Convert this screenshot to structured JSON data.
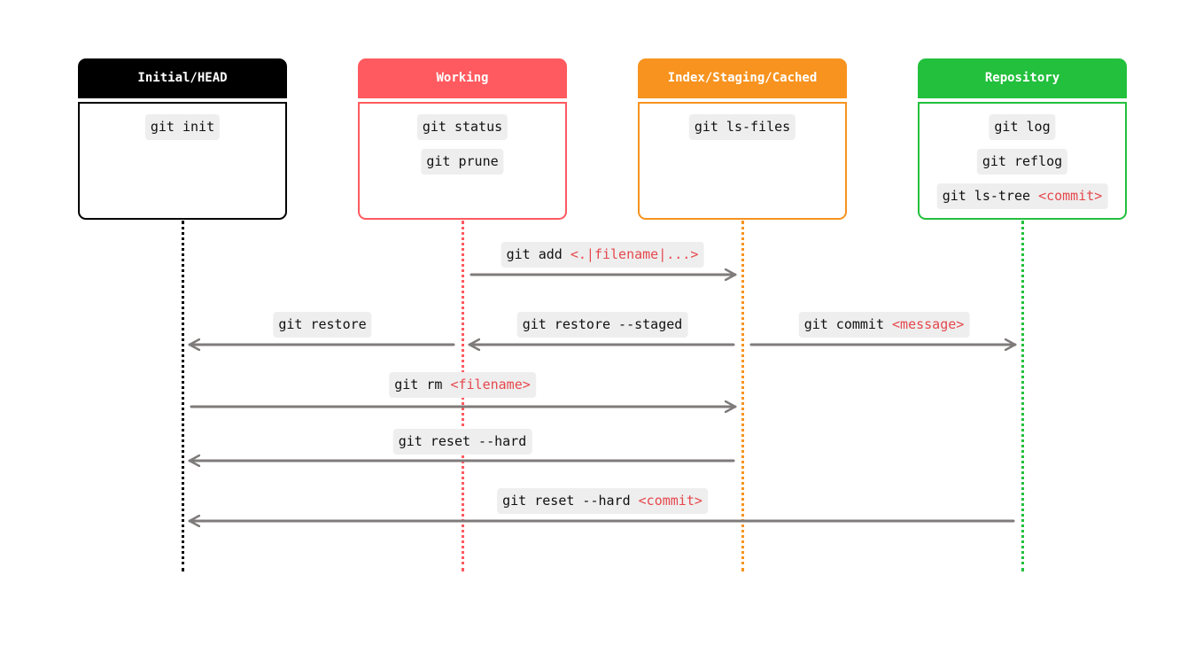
{
  "colors": {
    "initial": "#000000",
    "working": "#ff5a5f",
    "staging": "#f7931e",
    "repository": "#22c03c",
    "arrow": "#7f7b7b",
    "arg": "#e5484d",
    "chip_bg": "#eeeeee"
  },
  "lanes": [
    {
      "id": "initial",
      "title": "Initial/HEAD",
      "color": "#000000",
      "commands": [
        {
          "cmd": "git init",
          "arg": ""
        }
      ]
    },
    {
      "id": "working",
      "title": "Working",
      "color": "#ff5a5f",
      "commands": [
        {
          "cmd": "git status",
          "arg": ""
        },
        {
          "cmd": "git prune",
          "arg": ""
        }
      ]
    },
    {
      "id": "staging",
      "title": "Index/Staging/Cached",
      "color": "#f7931e",
      "commands": [
        {
          "cmd": "git ls-files",
          "arg": ""
        }
      ]
    },
    {
      "id": "repository",
      "title": "Repository",
      "color": "#22c03c",
      "commands": [
        {
          "cmd": "git log",
          "arg": ""
        },
        {
          "cmd": "git reflog",
          "arg": ""
        },
        {
          "cmd": "git ls-tree",
          "arg": "<commit>"
        }
      ]
    }
  ],
  "transitions": [
    {
      "from": "working",
      "to": "staging",
      "cmd": "git add",
      "arg": "<.|filename|...>"
    },
    {
      "from": "staging",
      "to": "repository",
      "cmd": "git commit",
      "arg": "<message>"
    },
    {
      "from": "working",
      "to": "initial",
      "cmd": "git restore",
      "arg": ""
    },
    {
      "from": "staging",
      "to": "working",
      "cmd": "git restore --staged",
      "arg": ""
    },
    {
      "from": "initial",
      "to": "staging",
      "cmd": "git rm",
      "arg": "<filename>"
    },
    {
      "from": "staging",
      "to": "initial",
      "cmd": "git reset --hard",
      "arg": ""
    },
    {
      "from": "repository",
      "to": "initial",
      "cmd": "git reset --hard",
      "arg": "<commit>"
    }
  ]
}
